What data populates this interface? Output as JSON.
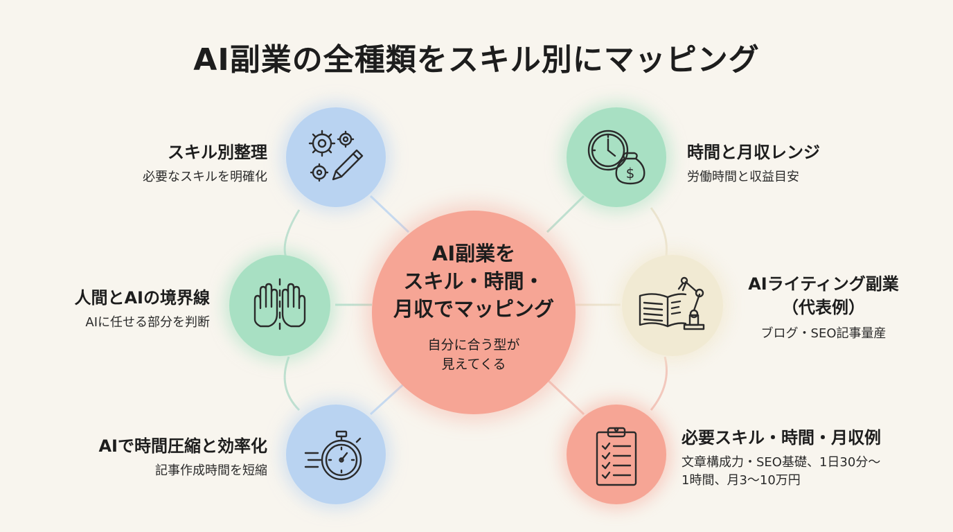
{
  "title": "AI副業の全種類をスキル別にマッピング",
  "center": {
    "main": "AI副業を\nスキル・時間・\n月収でマッピング",
    "sub": "自分に合う型が\n見えてくる",
    "color": "#f6a595"
  },
  "nodes": {
    "skill": {
      "heading": "スキル別整理",
      "sub": "必要なスキルを明確化",
      "icon": "gears-pencil-icon",
      "color": "#b9d3f1"
    },
    "human_ai": {
      "heading": "人間とAIの境界線",
      "sub": "AIに任せる部分を判断",
      "icon": "hands-divider-icon",
      "color": "#a8e0c3"
    },
    "time_efficiency": {
      "heading": "AIで時間圧縮と効率化",
      "sub": "記事作成時間を短縮",
      "icon": "stopwatch-icon",
      "color": "#b9d3f1"
    },
    "time_income": {
      "heading": "時間と月収レンジ",
      "sub": "労働時間と収益目安",
      "icon": "clock-moneybag-icon",
      "color": "#a8e0c3"
    },
    "ai_writing": {
      "heading": "AIライティング副業\n（代表例）",
      "sub": "ブログ・SEO記事量産",
      "icon": "book-robot-arm-icon",
      "color": "#f1ead3"
    },
    "requirements": {
      "heading": "必要スキル・時間・月収例",
      "sub": "文章構成力・SEO基礎、1日30分〜\n1時間、月3〜10万円",
      "icon": "clipboard-checklist-icon",
      "color": "#f6a595"
    }
  }
}
